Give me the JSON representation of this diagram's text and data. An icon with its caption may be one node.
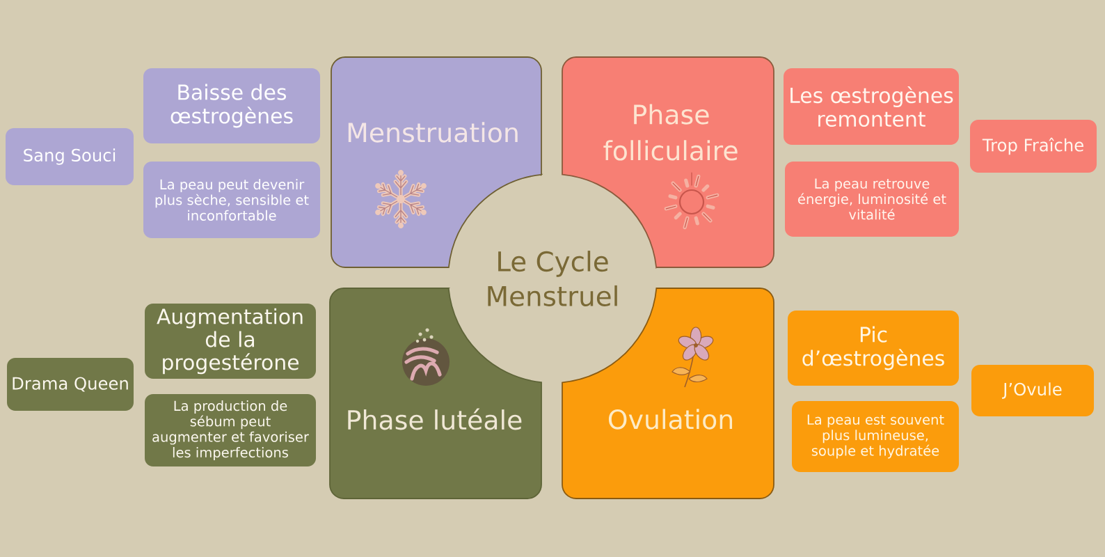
{
  "diagram": {
    "title": "Le Cycle Menstruel",
    "nodes": [
      {
        "text": [
          "Sang Souci"
        ]
      },
      {
        "text": [
          "Baisse des œstrogènes"
        ]
      },
      {
        "text": [
          "La peau peut devenir plus sèche, sensible et inconfortable"
        ]
      },
      {
        "text": [
          "Menstruation"
        ]
      },
      {
        "text": [
          "Phase folliculaire"
        ]
      },
      {
        "text": [
          "Les œstrogènes remontent"
        ]
      },
      {
        "text": [
          "La peau retrouve énergie, luminosité et vitalité"
        ]
      },
      {
        "text": [
          "Trop Fraîche"
        ]
      },
      {
        "text": [
          "Drama Queen"
        ]
      },
      {
        "text": [
          "Augmentation de la progestérone"
        ]
      },
      {
        "text": [
          "La production de sébum peut augmenter et favoriser les imperfections"
        ]
      },
      {
        "text": [
          "Phase lutéale"
        ]
      },
      {
        "text": [
          "Ovulation"
        ]
      },
      {
        "text": [
          "Pic d’œstrogènes"
        ]
      },
      {
        "text": [
          "La peau est souvent plus lumineuse, souple et hydratée"
        ]
      },
      {
        "text": [
          "J’Ovule"
        ]
      }
    ]
  }
}
